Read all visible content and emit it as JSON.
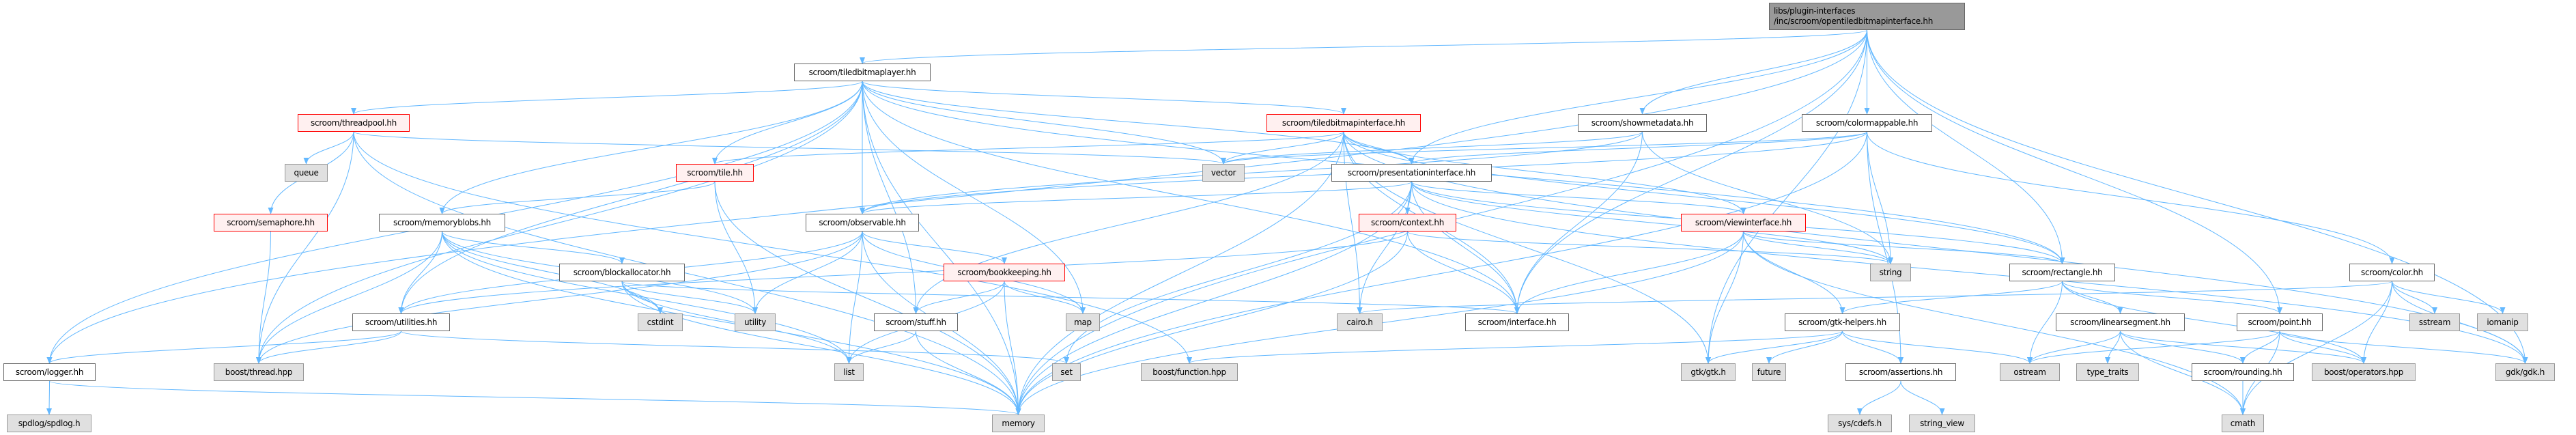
{
  "colors": {
    "edge": "#63b8ff",
    "root_fill": "#999999",
    "highlight_border": "#ff0000",
    "system_fill": "#e0e0e0"
  },
  "nodes": [
    {
      "id": "root",
      "label": [
        "libs/plugin-interfaces",
        "/inc/scroom/opentiledbitmapinterface.hh"
      ],
      "kind": "root"
    },
    {
      "id": "tiledbitmaplayer",
      "label": "scroom/tiledbitmaplayer.hh",
      "kind": "normal"
    },
    {
      "id": "threadpool",
      "label": "scroom/threadpool.hh",
      "kind": "red"
    },
    {
      "id": "tiledbitmapinterface",
      "label": "scroom/tiledbitmapinterface.hh",
      "kind": "red"
    },
    {
      "id": "showmetadata",
      "label": "scroom/showmetadata.hh",
      "kind": "normal"
    },
    {
      "id": "colormappable",
      "label": "scroom/colormappable.hh",
      "kind": "normal"
    },
    {
      "id": "queue",
      "label": "queue",
      "kind": "system"
    },
    {
      "id": "tile",
      "label": "scroom/tile.hh",
      "kind": "red"
    },
    {
      "id": "vector",
      "label": "vector",
      "kind": "system"
    },
    {
      "id": "presentationinterface",
      "label": "scroom/presentationinterface.hh",
      "kind": "normal"
    },
    {
      "id": "semaphore",
      "label": "scroom/semaphore.hh",
      "kind": "red"
    },
    {
      "id": "memoryblobs",
      "label": "scroom/memoryblobs.hh",
      "kind": "normal"
    },
    {
      "id": "observable",
      "label": "scroom/observable.hh",
      "kind": "normal"
    },
    {
      "id": "context",
      "label": "scroom/context.hh",
      "kind": "red"
    },
    {
      "id": "viewinterface",
      "label": "scroom/viewinterface.hh",
      "kind": "red"
    },
    {
      "id": "string",
      "label": "string",
      "kind": "system"
    },
    {
      "id": "rectangle",
      "label": "scroom/rectangle.hh",
      "kind": "normal"
    },
    {
      "id": "color",
      "label": "scroom/color.hh",
      "kind": "normal"
    },
    {
      "id": "blockallocator",
      "label": "scroom/blockallocator.hh",
      "kind": "normal"
    },
    {
      "id": "bookkeeping",
      "label": "scroom/bookkeeping.hh",
      "kind": "red"
    },
    {
      "id": "utilities",
      "label": "scroom/utilities.hh",
      "kind": "normal"
    },
    {
      "id": "cstdint",
      "label": "cstdint",
      "kind": "system"
    },
    {
      "id": "utility",
      "label": "utility",
      "kind": "system"
    },
    {
      "id": "stuff",
      "label": "scroom/stuff.hh",
      "kind": "normal"
    },
    {
      "id": "map",
      "label": "map",
      "kind": "system"
    },
    {
      "id": "cairo",
      "label": "cairo.h",
      "kind": "system"
    },
    {
      "id": "interface",
      "label": "scroom/interface.hh",
      "kind": "normal"
    },
    {
      "id": "gtkhelpers",
      "label": "scroom/gtk-helpers.hh",
      "kind": "normal"
    },
    {
      "id": "linearsegment",
      "label": "scroom/linearsegment.hh",
      "kind": "normal"
    },
    {
      "id": "point",
      "label": "scroom/point.hh",
      "kind": "normal"
    },
    {
      "id": "sstream",
      "label": "sstream",
      "kind": "system"
    },
    {
      "id": "iomanip",
      "label": "iomanip",
      "kind": "system"
    },
    {
      "id": "logger",
      "label": "scroom/logger.hh",
      "kind": "normal"
    },
    {
      "id": "boostthread",
      "label": "boost/thread.hpp",
      "kind": "system"
    },
    {
      "id": "list",
      "label": "list",
      "kind": "system"
    },
    {
      "id": "set",
      "label": "set",
      "kind": "system"
    },
    {
      "id": "boostfunction",
      "label": "boost/function.hpp",
      "kind": "system"
    },
    {
      "id": "gtk",
      "label": "gtk/gtk.h",
      "kind": "system"
    },
    {
      "id": "future",
      "label": "future",
      "kind": "system"
    },
    {
      "id": "assertions",
      "label": "scroom/assertions.hh",
      "kind": "normal"
    },
    {
      "id": "ostream",
      "label": "ostream",
      "kind": "system"
    },
    {
      "id": "typetraits",
      "label": "type_traits",
      "kind": "system"
    },
    {
      "id": "rounding",
      "label": "scroom/rounding.hh",
      "kind": "normal"
    },
    {
      "id": "boostoperators",
      "label": "boost/operators.hpp",
      "kind": "system"
    },
    {
      "id": "gdk",
      "label": "gdk/gdk.h",
      "kind": "system"
    },
    {
      "id": "spdlog",
      "label": "spdlog/spdlog.h",
      "kind": "system"
    },
    {
      "id": "memory",
      "label": "memory",
      "kind": "system"
    },
    {
      "id": "syscdefs",
      "label": "sys/cdefs.h",
      "kind": "system"
    },
    {
      "id": "stringview",
      "label": "string_view",
      "kind": "system"
    },
    {
      "id": "cmath",
      "label": "cmath",
      "kind": "system"
    }
  ],
  "edges": [
    [
      "root",
      "tiledbitmaplayer"
    ],
    [
      "root",
      "logger"
    ],
    [
      "root",
      "showmetadata"
    ],
    [
      "root",
      "colormappable"
    ],
    [
      "root",
      "rectangle"
    ],
    [
      "root",
      "point"
    ],
    [
      "root",
      "interface"
    ],
    [
      "root",
      "memory"
    ],
    [
      "root",
      "gtk"
    ],
    [
      "root",
      "presentationinterface"
    ],
    [
      "root",
      "gdk"
    ],
    [
      "tiledbitmaplayer",
      "threadpool"
    ],
    [
      "tiledbitmaplayer",
      "tile"
    ],
    [
      "tiledbitmaplayer",
      "memoryblobs"
    ],
    [
      "tiledbitmaplayer",
      "observable"
    ],
    [
      "tiledbitmaplayer",
      "stuff"
    ],
    [
      "tiledbitmaplayer",
      "map"
    ],
    [
      "tiledbitmaplayer",
      "vector"
    ],
    [
      "tiledbitmaplayer",
      "tiledbitmapinterface"
    ],
    [
      "tiledbitmaplayer",
      "presentationinterface"
    ],
    [
      "tiledbitmaplayer",
      "interface"
    ],
    [
      "tiledbitmaplayer",
      "rectangle"
    ],
    [
      "tiledbitmaplayer",
      "logger"
    ],
    [
      "tiledbitmaplayer",
      "boostthread"
    ],
    [
      "tiledbitmaplayer",
      "memory"
    ],
    [
      "tiledbitmaplayer",
      "utilities"
    ],
    [
      "threadpool",
      "queue"
    ],
    [
      "threadpool",
      "semaphore"
    ],
    [
      "threadpool",
      "boostthread"
    ],
    [
      "threadpool",
      "memory"
    ],
    [
      "threadpool",
      "vector"
    ],
    [
      "threadpool",
      "boostfunction"
    ],
    [
      "semaphore",
      "boostthread"
    ],
    [
      "tile",
      "memoryblobs"
    ],
    [
      "tile",
      "utility"
    ],
    [
      "tile",
      "memory"
    ],
    [
      "memoryblobs",
      "blockallocator"
    ],
    [
      "memoryblobs",
      "utilities"
    ],
    [
      "memoryblobs",
      "utility"
    ],
    [
      "memoryblobs",
      "list"
    ],
    [
      "memoryblobs",
      "cstdint"
    ],
    [
      "memoryblobs",
      "memory"
    ],
    [
      "memoryblobs",
      "boostthread"
    ],
    [
      "observable",
      "bookkeeping"
    ],
    [
      "observable",
      "utilities"
    ],
    [
      "observable",
      "utility"
    ],
    [
      "observable",
      "list"
    ],
    [
      "observable",
      "map"
    ],
    [
      "observable",
      "memory"
    ],
    [
      "observable",
      "boostthread"
    ],
    [
      "blockallocator",
      "cstdint"
    ],
    [
      "blockallocator",
      "utility"
    ],
    [
      "blockallocator",
      "list"
    ],
    [
      "blockallocator",
      "memory"
    ],
    [
      "blockallocator",
      "interface"
    ],
    [
      "bookkeeping",
      "stuff"
    ],
    [
      "bookkeeping",
      "map"
    ],
    [
      "bookkeeping",
      "list"
    ],
    [
      "bookkeeping",
      "memory"
    ],
    [
      "utilities",
      "logger"
    ],
    [
      "utilities",
      "boostthread"
    ],
    [
      "utilities",
      "set"
    ],
    [
      "stuff",
      "list"
    ],
    [
      "stuff",
      "memory"
    ],
    [
      "logger",
      "spdlog"
    ],
    [
      "logger",
      "memory"
    ],
    [
      "tiledbitmapinterface",
      "vector"
    ],
    [
      "tiledbitmapinterface",
      "presentationinterface"
    ],
    [
      "tiledbitmapinterface",
      "tile"
    ],
    [
      "tiledbitmapinterface",
      "stuff"
    ],
    [
      "tiledbitmapinterface",
      "cairo"
    ],
    [
      "tiledbitmapinterface",
      "interface"
    ],
    [
      "tiledbitmapinterface",
      "memory"
    ],
    [
      "tiledbitmapinterface",
      "gtk"
    ],
    [
      "tiledbitmapinterface",
      "viewinterface"
    ],
    [
      "tiledbitmapinterface",
      "rectangle"
    ],
    [
      "tiledbitmapinterface",
      "gdk"
    ],
    [
      "presentationinterface",
      "observable"
    ],
    [
      "presentationinterface",
      "context"
    ],
    [
      "presentationinterface",
      "interface"
    ],
    [
      "presentationinterface",
      "cairo"
    ],
    [
      "presentationinterface",
      "memory"
    ],
    [
      "presentationinterface",
      "set"
    ],
    [
      "presentationinterface",
      "viewinterface"
    ],
    [
      "presentationinterface",
      "rectangle"
    ],
    [
      "presentationinterface",
      "string"
    ],
    [
      "presentationinterface",
      "gdk"
    ],
    [
      "context",
      "utilities"
    ],
    [
      "context",
      "interface"
    ],
    [
      "context",
      "string"
    ],
    [
      "context",
      "memory"
    ],
    [
      "showmetadata",
      "vector"
    ],
    [
      "showmetadata",
      "observable"
    ],
    [
      "showmetadata",
      "string"
    ],
    [
      "showmetadata",
      "interface"
    ],
    [
      "colormappable",
      "observable"
    ],
    [
      "colormappable",
      "vector"
    ],
    [
      "colormappable",
      "presentationinterface"
    ],
    [
      "colormappable",
      "string"
    ],
    [
      "colormappable",
      "assertions"
    ],
    [
      "colormappable",
      "color"
    ],
    [
      "colormappable",
      "memory"
    ],
    [
      "viewinterface",
      "interface"
    ],
    [
      "viewinterface",
      "rectangle"
    ],
    [
      "viewinterface",
      "string"
    ],
    [
      "viewinterface",
      "gtkhelpers"
    ],
    [
      "viewinterface",
      "gtk"
    ],
    [
      "viewinterface",
      "cmath"
    ],
    [
      "viewinterface",
      "memory"
    ],
    [
      "rectangle",
      "gtkhelpers"
    ],
    [
      "rectangle",
      "linearsegment"
    ],
    [
      "rectangle",
      "point"
    ],
    [
      "rectangle",
      "ostream"
    ],
    [
      "rectangle",
      "boostoperators"
    ],
    [
      "gtkhelpers",
      "gtk"
    ],
    [
      "gtkhelpers",
      "future"
    ],
    [
      "gtkhelpers",
      "assertions"
    ],
    [
      "gtkhelpers",
      "ostream"
    ],
    [
      "gtkhelpers",
      "boostfunction"
    ],
    [
      "assertions",
      "syscdefs"
    ],
    [
      "assertions",
      "stringview"
    ],
    [
      "linearsegment",
      "ostream"
    ],
    [
      "linearsegment",
      "typetraits"
    ],
    [
      "linearsegment",
      "rounding"
    ],
    [
      "linearsegment",
      "boostoperators"
    ],
    [
      "linearsegment",
      "cmath"
    ],
    [
      "point",
      "ostream"
    ],
    [
      "point",
      "rounding"
    ],
    [
      "point",
      "boostoperators"
    ],
    [
      "point",
      "gdk"
    ],
    [
      "point",
      "cmath"
    ],
    [
      "rounding",
      "cmath"
    ],
    [
      "color",
      "sstream"
    ],
    [
      "color",
      "iomanip"
    ],
    [
      "color",
      "gdk"
    ],
    [
      "color",
      "boostoperators"
    ],
    [
      "color",
      "cmath"
    ],
    [
      "color",
      "cairo"
    ]
  ]
}
